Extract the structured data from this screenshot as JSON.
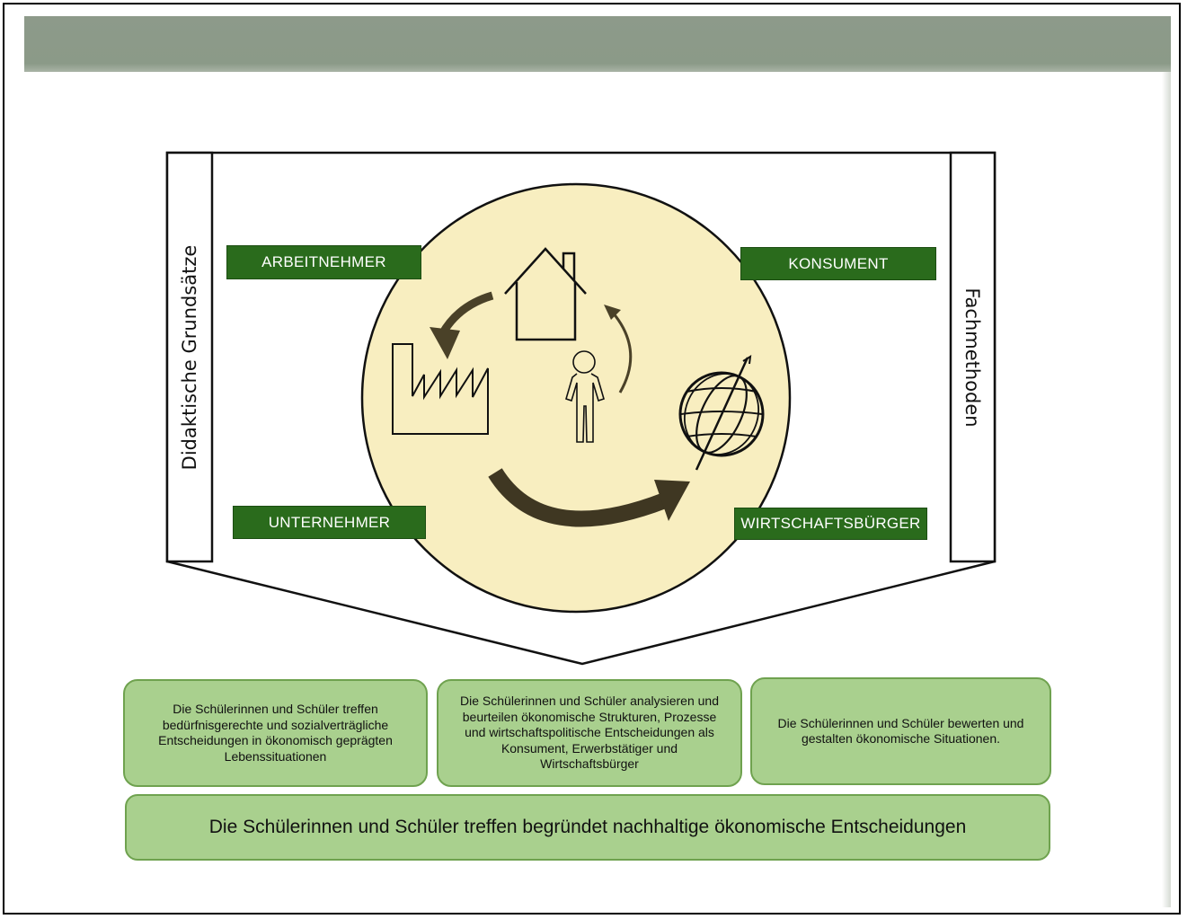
{
  "side_labels": {
    "left": "Didaktische Grundsätze",
    "right": "Fachmethoden"
  },
  "roles": {
    "arbeitnehmer": "ARBEITNEHMER",
    "konsument": "KONSUMENT",
    "unternehmer": "UNTERNEHMER",
    "wirtschaftsbuerger": "WIRTSCHAFTSBÜRGER"
  },
  "icons": [
    "house-icon",
    "factory-icon",
    "person-icon",
    "globe-icon",
    "cycle-arrow-icon"
  ],
  "goals": [
    "Die Schülerinnen und Schüler treffen bedürfnisgerechte und sozialverträgliche Entscheidungen in ökonomisch geprägten Lebenssituationen",
    "Die Schülerinnen und Schüler analysieren und beurteilen ökonomische Strukturen, Prozesse und wirtschaftspolitische Entscheidungen als Konsument, Erwerbstätiger und Wirtschaftsbürger",
    "Die Schülerinnen und Schüler bewerten und gestalten ökonomische Situationen."
  ],
  "main_goal": "Die Schülerinnen und Schüler treffen begründet nachhaltige ökonomische Entscheidungen",
  "colors": {
    "header_bar": "#8b9a88",
    "role_box": "#2a6b1c",
    "circle": "#f8eec0",
    "goal_box": "#a9d08e",
    "goal_border": "#6fa24f",
    "arrow": "#4a4128"
  }
}
